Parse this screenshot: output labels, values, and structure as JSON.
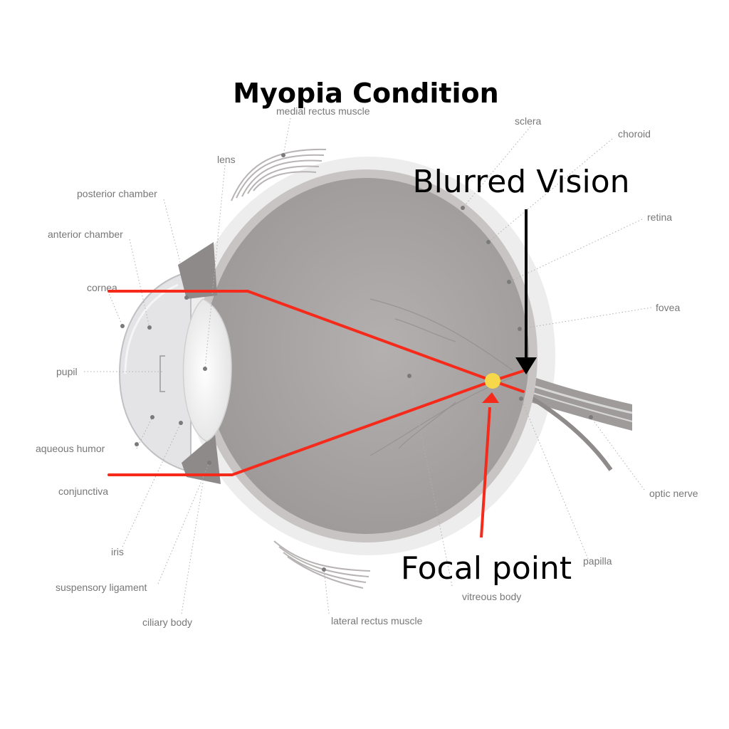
{
  "title": "Myopia Condition",
  "annotations": {
    "blurred_vision": "Blurred Vision",
    "focal_point": "Focal point"
  },
  "labels": {
    "medial_rectus": "medial rectus muscle",
    "sclera": "sclera",
    "choroid": "choroid",
    "lens": "lens",
    "posterior_chamber": "posterior chamber",
    "anterior_chamber": "anterior chamber",
    "retina": "retina",
    "cornea": "cornea",
    "fovea": "fovea",
    "pupil": "pupil",
    "aqueous_humor": "aqueous humor",
    "conjunctiva": "conjunctiva",
    "optic_nerve": "optic nerve",
    "iris": "iris",
    "papilla": "papilla",
    "suspensory_ligament": "suspensory ligament",
    "vitreous_body": "vitreous body",
    "ciliary_body": "ciliary body",
    "lateral_rectus": "lateral rectus muscle"
  },
  "colors": {
    "ray": "#f52a1a",
    "focal_point": "#f7d84a",
    "eyeball": "#a6a2a2",
    "arrow": "#000000"
  }
}
